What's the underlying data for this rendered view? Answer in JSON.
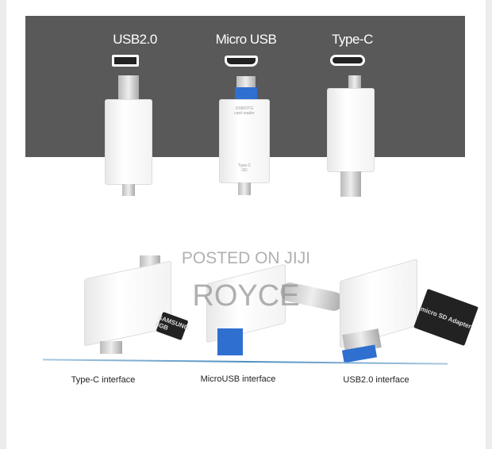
{
  "top_panel": {
    "labels": [
      "USB2.0",
      "Micro USB",
      "Type-C"
    ],
    "device_text": [
      "USB/OTG",
      "card reader",
      "Type-C",
      "OD"
    ],
    "colors": {
      "panel": "#595959",
      "accent_blue": "#2f6fd0"
    }
  },
  "bottom": {
    "captions": [
      "Type-C interface",
      "MicroUSB interface",
      "USB2.0 interface"
    ],
    "card_text": [
      "SAMSUNG 8GB",
      "micro SD Adapter"
    ]
  },
  "watermark": {
    "line1": "POSTED ON JIJI",
    "line2": "ROYCE"
  }
}
